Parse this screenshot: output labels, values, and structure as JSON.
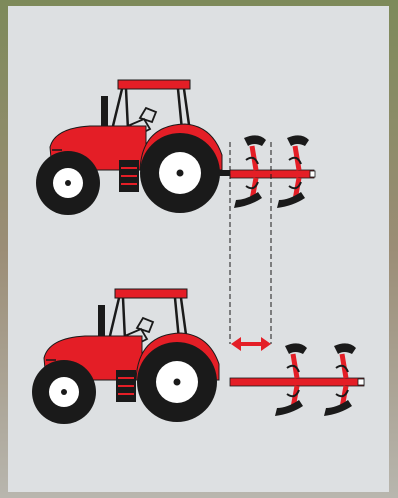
{
  "diagram": {
    "description_visible_text": "",
    "colors": {
      "tractor_body": "#e41e26",
      "tractor_dark": "#1a1a1a",
      "cab_frame": "#1a1a1a",
      "panel_bg": "#dde0e2",
      "arrow": "#e41e26"
    },
    "scenes": [
      {
        "name": "narrow-plough",
        "bottoms": 2
      },
      {
        "name": "wide-plough",
        "bottoms": 2
      }
    ]
  }
}
